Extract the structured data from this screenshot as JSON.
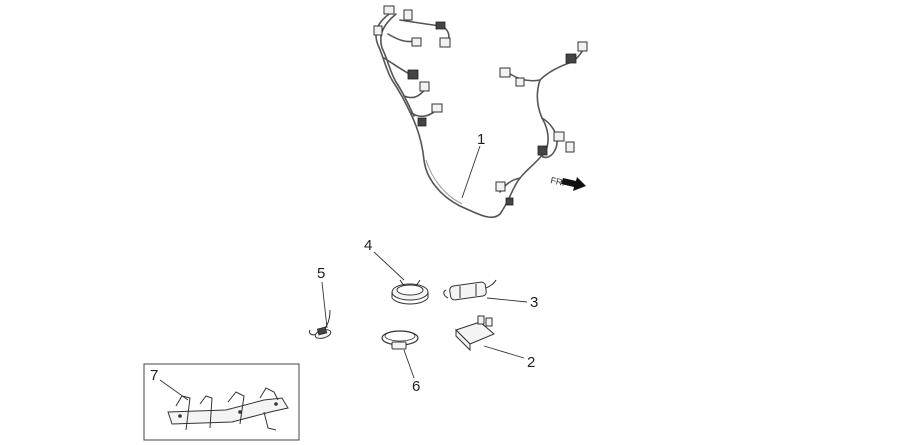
{
  "diagram": {
    "direction_label": "FR.",
    "callouts": [
      {
        "id": "1",
        "label": "1"
      },
      {
        "id": "2",
        "label": "2"
      },
      {
        "id": "3",
        "label": "3"
      },
      {
        "id": "4",
        "label": "4"
      },
      {
        "id": "5",
        "label": "5"
      },
      {
        "id": "6",
        "label": "6"
      },
      {
        "id": "7",
        "label": "7"
      }
    ],
    "colors": {
      "line": "#333333",
      "background": "#ffffff",
      "arrow": "#111111"
    }
  }
}
